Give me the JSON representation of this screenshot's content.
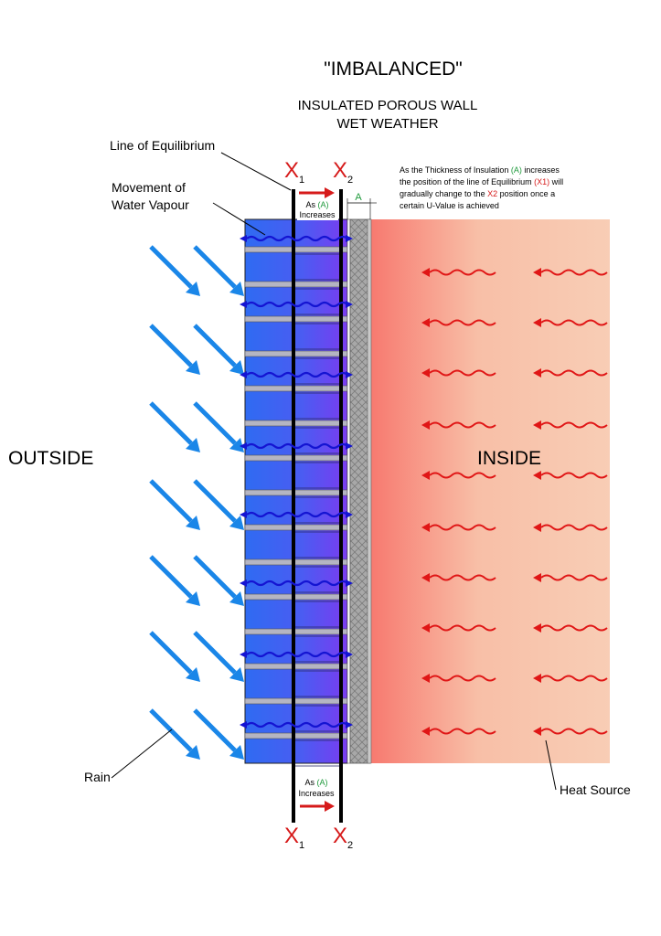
{
  "title": "\"IMBALANCED\"",
  "subtitle_line1": "INSULATED POROUS WALL",
  "subtitle_line2": "WET WEATHER",
  "labels": {
    "line_of_equilibrium": "Line of Equilibrium",
    "movement_line1": "Movement of",
    "movement_line2": "Water Vapour",
    "outside": "OUTSIDE",
    "inside": "INSIDE",
    "rain": "Rain",
    "heat_source": "Heat Source",
    "thickness_marker": "A"
  },
  "markers": {
    "x": "X",
    "sub1": "1",
    "sub2": "2"
  },
  "increase_note": {
    "as": "As",
    "a": "(A)",
    "increases": "Increases"
  },
  "note": {
    "l1_pre": "As the Thickness of Insulation ",
    "l1_a": "(A)",
    "l1_post": " increases",
    "l2_pre": "the position of the line of Equilibrium ",
    "l2_x1": "(X1)",
    "l2_post": " will",
    "l3_pre": "gradually change to the ",
    "l3_x2": "X2",
    "l3_post": " position  once a",
    "l4": "certain U-Value is achieved"
  },
  "colors": {
    "rain_arrow": "#1a86e8",
    "vapour": "#1414d2",
    "heat_arrow": "#e01616",
    "marker_red": "#d61a1a",
    "accent_green": "#1f9a3c",
    "brick_left": "#2f6bf2",
    "brick_right": "#7a3cf0",
    "mortar": "#b5b5c2",
    "insulation": "#a9a9a9",
    "inside_hot": "#f7796f",
    "inside_warm": "#f8cbb3"
  }
}
